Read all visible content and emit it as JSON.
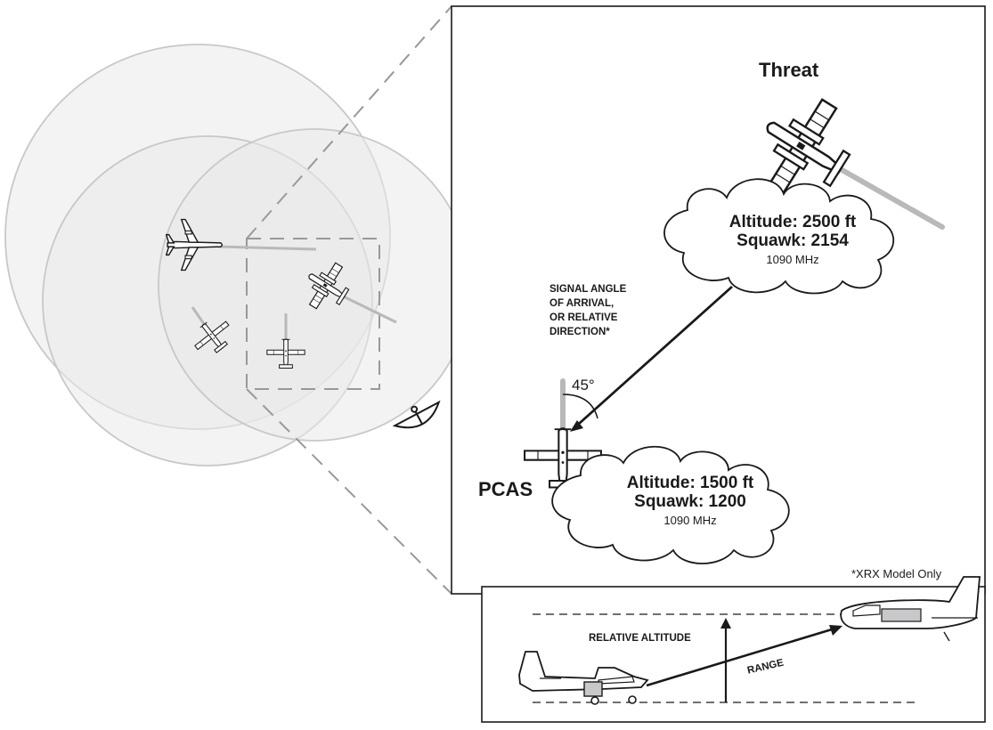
{
  "threat": {
    "title": "Threat",
    "altitude": "Altitude: 2500 ft",
    "squawk": "Squawk: 2154",
    "frequency": "1090 MHz"
  },
  "pcas": {
    "title": "PCAS",
    "altitude": "Altitude: 1500 ft",
    "squawk": "Squawk: 1200",
    "frequency": "1090 MHz"
  },
  "signal_label": [
    "SIGNAL ANGLE",
    "OF ARRIVAL,",
    "OR RELATIVE",
    "DIRECTION*"
  ],
  "angle": "45°",
  "footnote": "*XRX Model Only",
  "profile": {
    "relative_altitude": "RELATIVE ALTITUDE",
    "range": "RANGE"
  },
  "colors": {
    "line": "#1a1a1a",
    "radar_fill": "#e9e9ea",
    "dashed": "#999999",
    "aircraft_fill": "#ffffff"
  },
  "icons": [
    "airliner-icon",
    "twin-engine-icon",
    "single-engine-icon",
    "satellite-dish-icon"
  ]
}
